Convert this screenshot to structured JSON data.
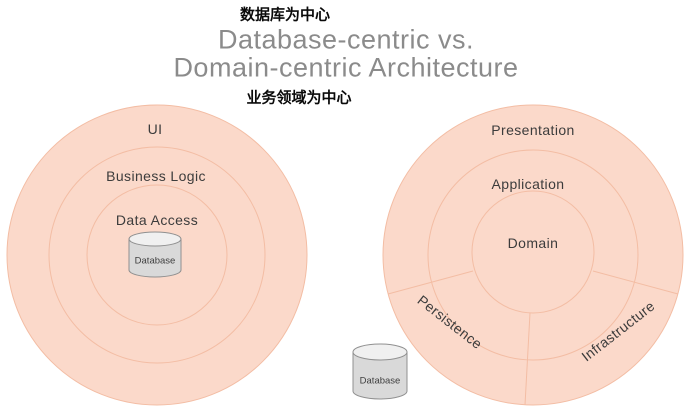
{
  "header": {
    "db_centric_label": "数据库为中心",
    "title_line1": "Database-centric vs.",
    "title_line2": "Domain-centric Architecture",
    "domain_centric_label": "业务领域为中心"
  },
  "left_diagram": {
    "ring_labels": [
      "UI",
      "Business Logic",
      "Data Access"
    ],
    "database_label": "Database"
  },
  "right_diagram": {
    "ring_labels": [
      "Presentation",
      "Application"
    ],
    "center_label": "Domain",
    "segment_labels": [
      "Persistence",
      "Infrastructure"
    ],
    "database_label": "Database"
  },
  "colors": {
    "circle_fill": "#fbd9ca",
    "ring_stroke": "#f3bda4",
    "title_text": "#8b8b8b",
    "label_text": "#3c3c3c",
    "cylinder_body": "#d9d9d9",
    "cylinder_top": "#f0f0f0",
    "cylinder_stroke": "#909090"
  }
}
